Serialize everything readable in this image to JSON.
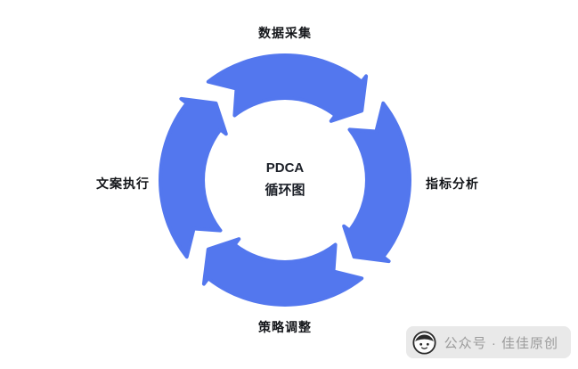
{
  "diagram": {
    "type": "cycle",
    "accent_color": "#5377EE",
    "center": {
      "line1": "PDCA",
      "line2": "循环图"
    },
    "nodes": [
      {
        "id": "top",
        "label": "数据采集"
      },
      {
        "id": "right",
        "label": "指标分析"
      },
      {
        "id": "bottom",
        "label": "策略调整"
      },
      {
        "id": "left",
        "label": "文案执行"
      }
    ]
  },
  "watermark": {
    "icon": "panda-avatar-icon",
    "text": "公众号 · 佳佳原创"
  }
}
